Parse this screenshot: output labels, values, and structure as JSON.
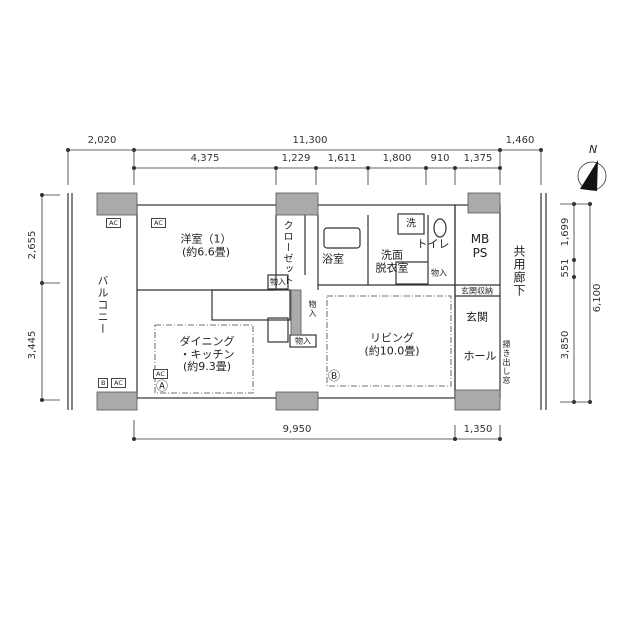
{
  "dimensions": {
    "top_overall": [
      "2,020",
      "11,300",
      "1,460"
    ],
    "top_detail": [
      "4,375",
      "1,229",
      "1,611",
      "1,800",
      "910",
      "1,375"
    ],
    "bottom": [
      "9,950",
      "1,350"
    ],
    "left": [
      "2,655",
      "3,445"
    ],
    "right_inner": [
      "1,699",
      "551",
      "3,850"
    ],
    "right_overall": "6,100"
  },
  "compass": {
    "label": "N"
  },
  "rooms": {
    "western_room": {
      "name": "洋室（1）",
      "size": "(約6.6畳)"
    },
    "closet": "クローゼット",
    "bathroom": "浴室",
    "washroom": {
      "line1": "洗面",
      "line2": "脱衣室"
    },
    "toilet": "トイレ",
    "washer": "洗",
    "mbps": {
      "line1": "MB",
      "line2": "PS"
    },
    "storage": "物入",
    "entrance_storage": "玄関収納",
    "entrance": "玄関",
    "hall": "ホール",
    "living": {
      "name": "リビング",
      "size": "(約10.0畳)"
    },
    "dining": {
      "line1": "ダイニング",
      "line2": "・キッチン",
      "size": "(約9.3畳)"
    },
    "balcony": "バルコニー",
    "corridor": "共用廊下",
    "window": "掃き出し窓"
  },
  "tags": {
    "ac": "AC",
    "b": "B",
    "marker_a": "Ⓐ",
    "marker_b": "Ⓑ"
  }
}
